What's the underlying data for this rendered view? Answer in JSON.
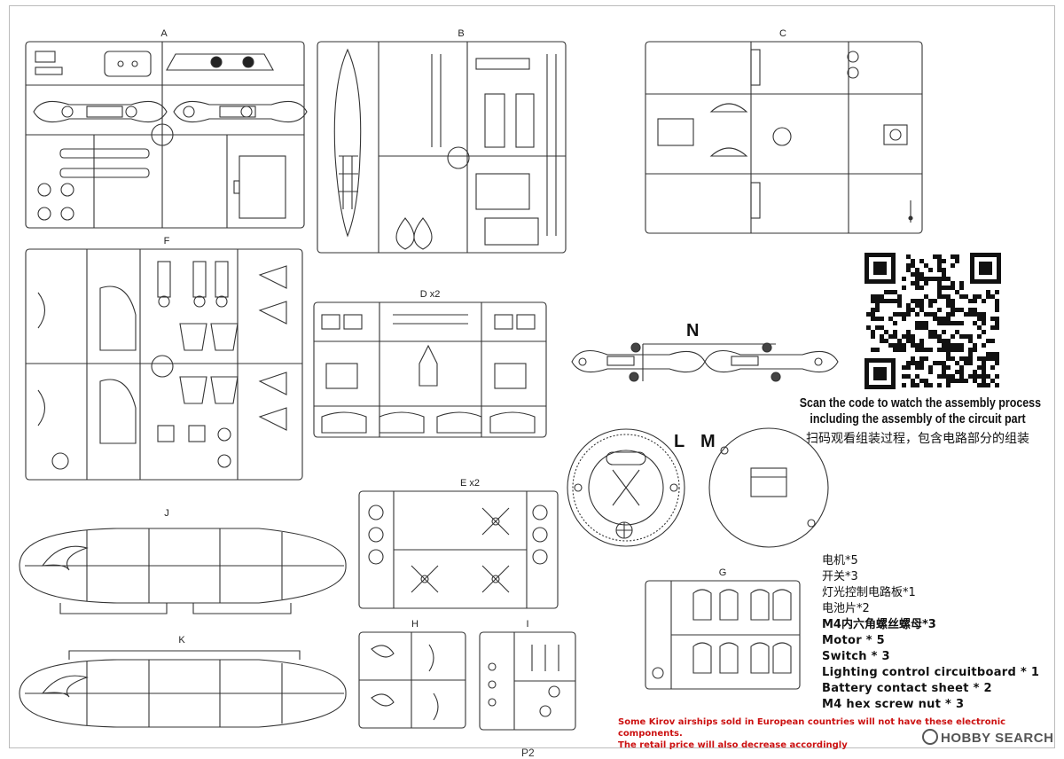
{
  "sprues": {
    "a": "A",
    "b": "B",
    "c": "C",
    "d": "D x2",
    "e": "E x2",
    "f": "F",
    "g": "G",
    "h": "H",
    "i": "I",
    "j": "J",
    "k": "K",
    "l": "L",
    "m": "M",
    "n": "N"
  },
  "scan": {
    "line1": "Scan the code to watch the assembly process",
    "line2": "including the assembly of the circuit part",
    "zh": "扫码观看组装过程，包含电路部分的组装"
  },
  "parts_zh": [
    "电机*5",
    "开关*3",
    "灯光控制电路板*1",
    "电池片*2",
    "M4内六角螺丝螺母*3"
  ],
  "parts_en": [
    "Motor * 5",
    "Switch * 3",
    "Lighting control circuitboard * 1",
    "Battery contact sheet * 2",
    "M4 hex screw nut * 3"
  ],
  "notice": {
    "line1": "Some Kirov airships sold in European countries will not have these electronic components.",
    "line2": "The retail price will also decrease accordingly"
  },
  "watermark": "HOBBY SEARCH",
  "page_number": "P2",
  "colors": {
    "line": "#333333",
    "notice": "#cc1111"
  }
}
